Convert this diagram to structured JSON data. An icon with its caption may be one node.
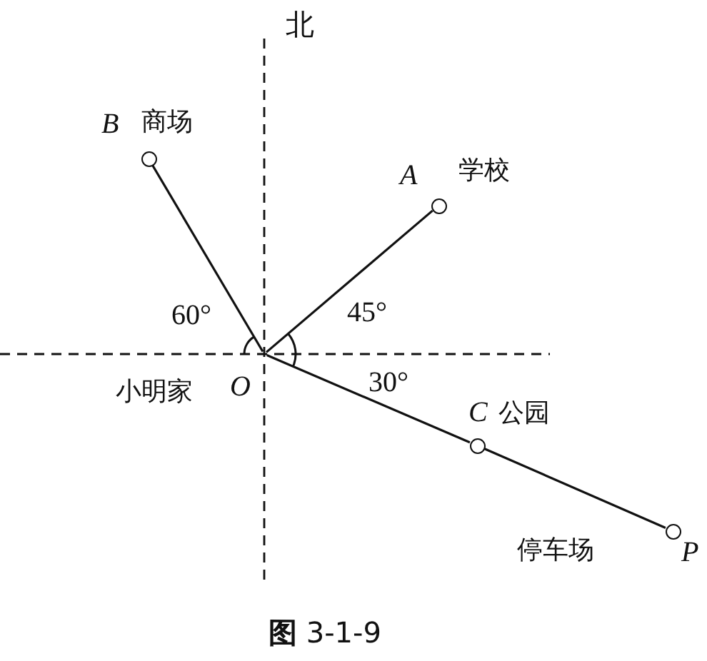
{
  "diagram": {
    "caption": "**图** 3-1-9",
    "nodes": [
      {
        "text": [
          "O"
        ],
        "beside": [
          "小明家"
        ]
      },
      {
        "text": [
          "B"
        ],
        "beside": [
          "商场"
        ]
      },
      {
        "text": [
          "A"
        ],
        "beside": [
          "学校"
        ]
      },
      {
        "text": [
          "C"
        ],
        "beside": [
          "公园"
        ]
      },
      {
        "text": [
          "P"
        ],
        "beside": [
          "停车场"
        ]
      }
    ],
    "edges": [
      {
        "from": 0,
        "to": 1,
        "arrow": "none"
      },
      {
        "from": 0,
        "to": 2,
        "arrow": "none"
      },
      {
        "from": 0,
        "to": 3,
        "arrow": "none"
      },
      {
        "from": 3,
        "to": 4,
        "arrow": "none"
      }
    ],
    "labels": [
      "北",
      "60°",
      "45°",
      "30°"
    ]
  }
}
